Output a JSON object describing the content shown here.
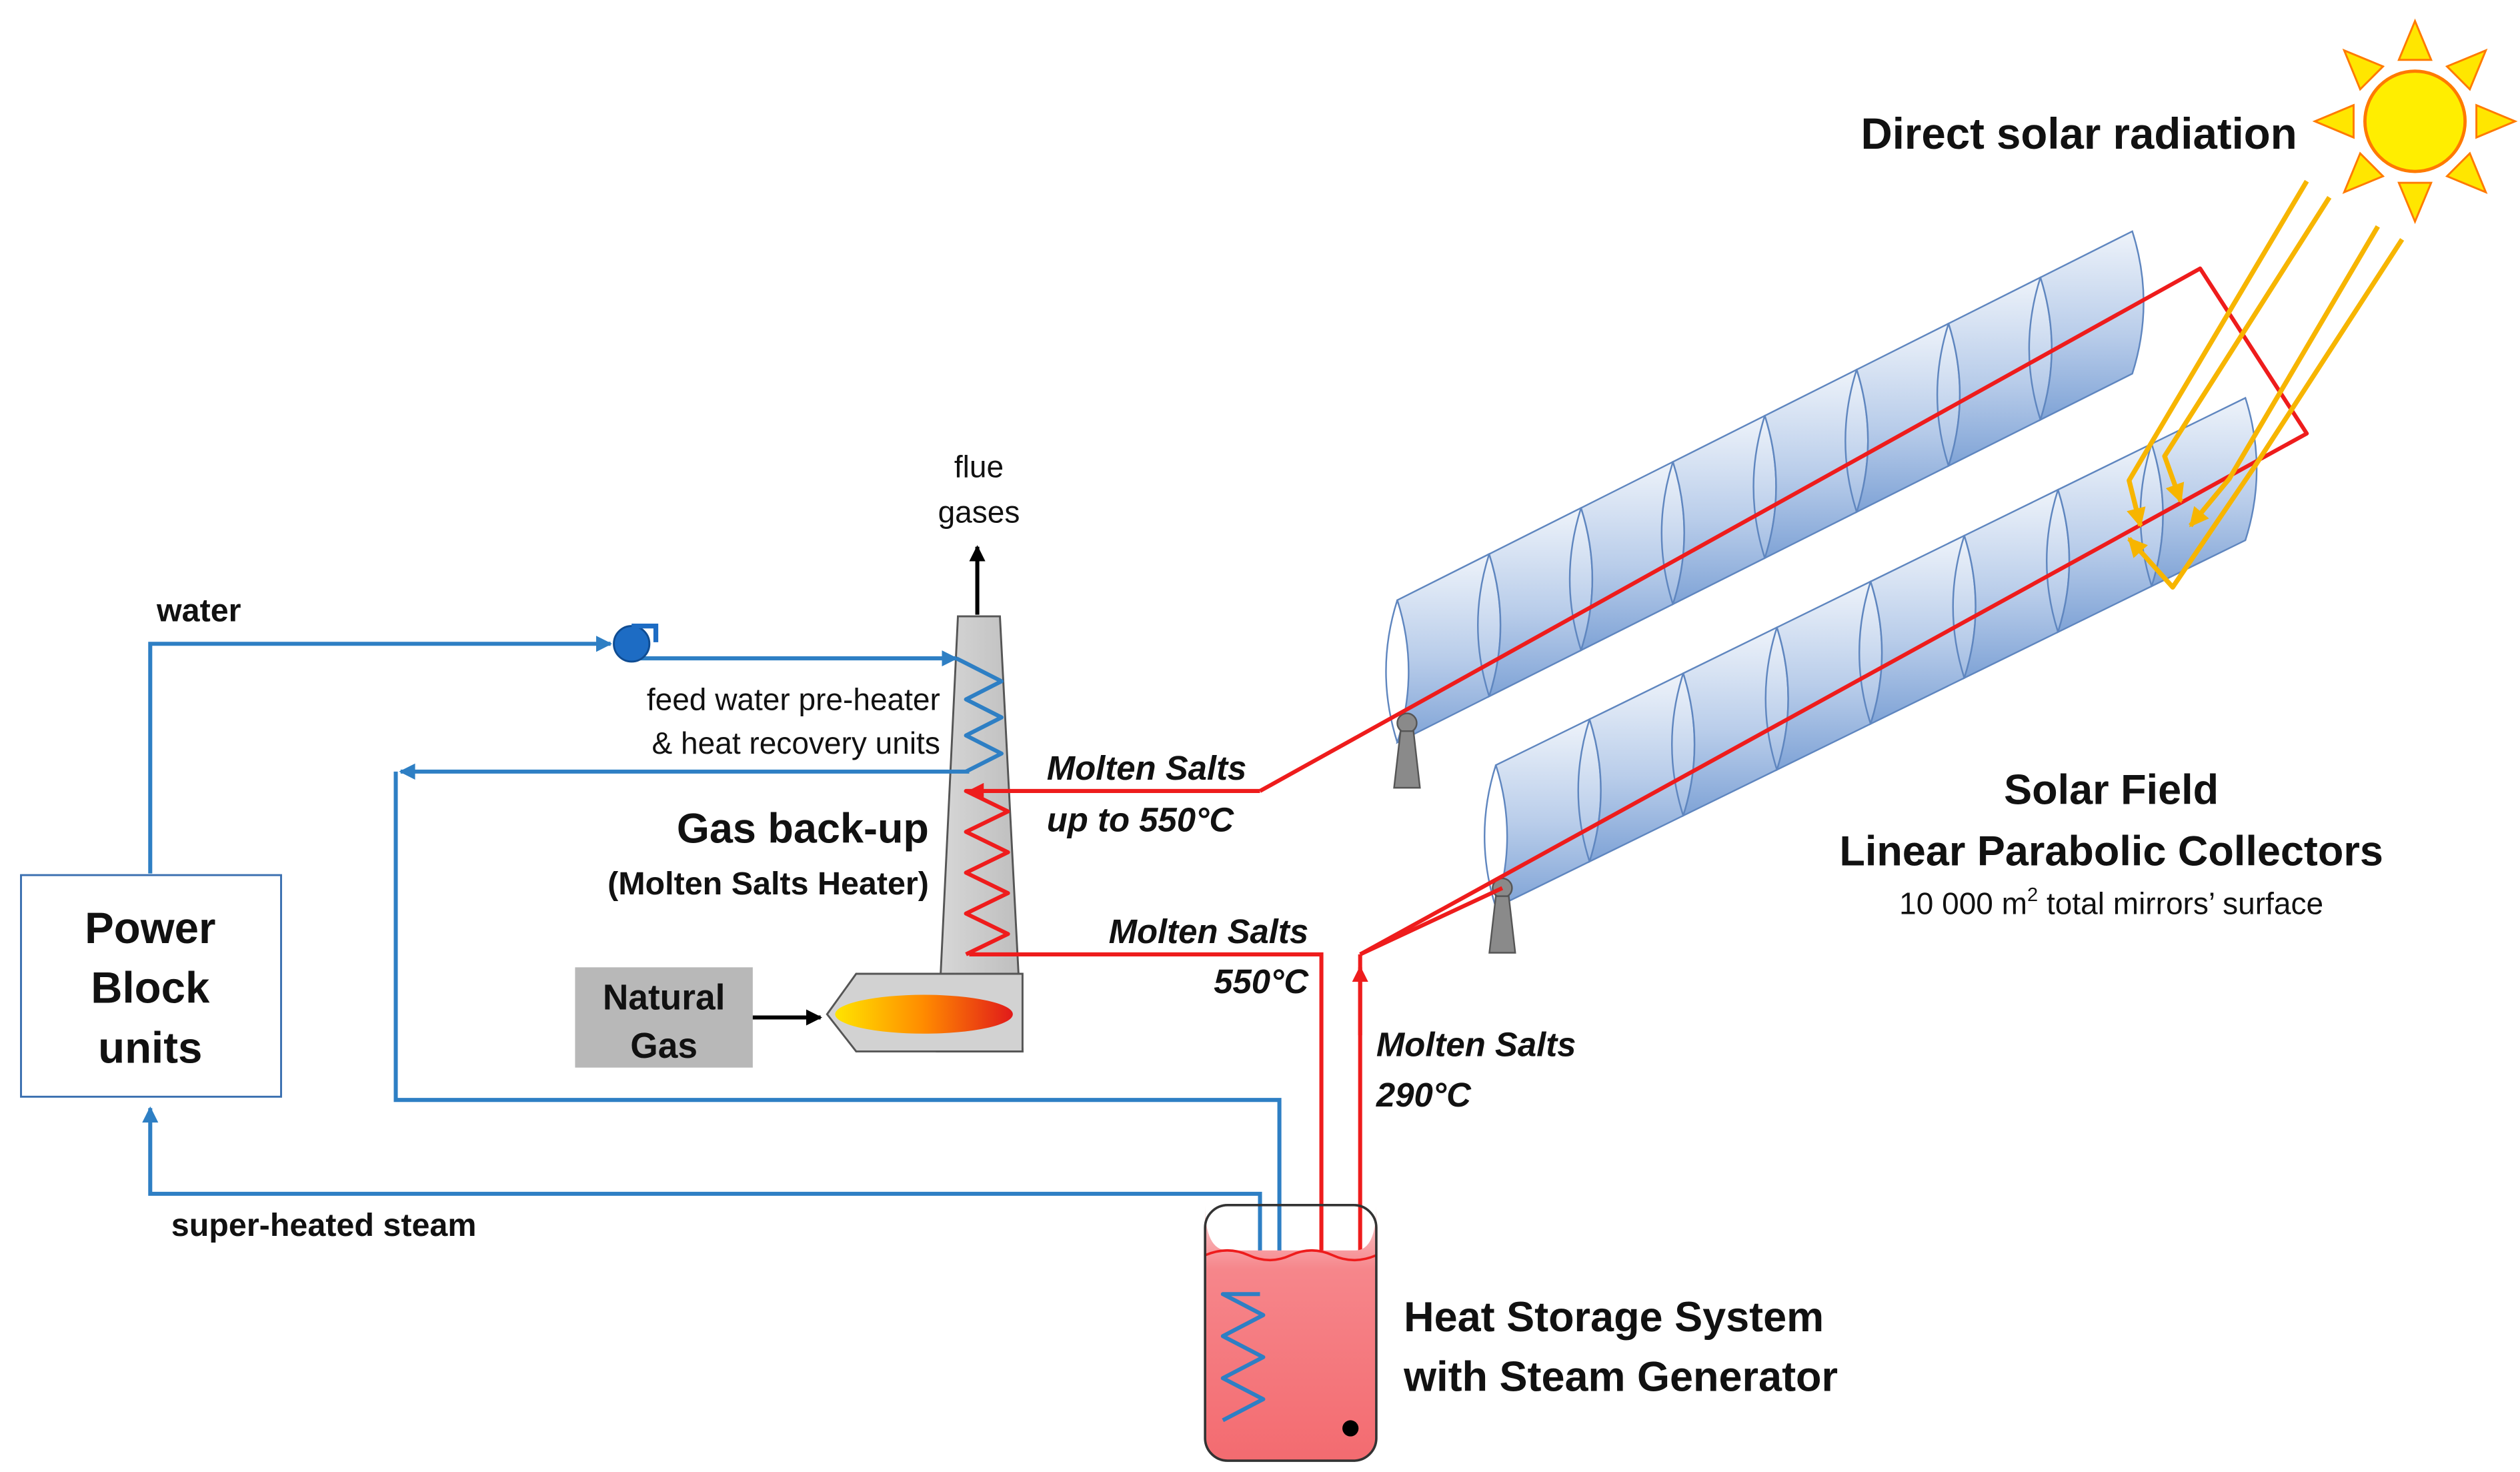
{
  "labels": {
    "direct_solar_radiation": "Direct solar radiation",
    "flue_line1": "flue",
    "flue_line2": "gases",
    "water": "water",
    "feed_line1": "feed water pre-heater",
    "feed_line2": "& heat recovery units",
    "ms_hot_line1": "Molten Salts",
    "ms_hot_line2": "up to 550°C",
    "gas_backup": "Gas back-up",
    "gas_backup_sub": "(Molten Salts Heater)",
    "natural_gas_line1": "Natural",
    "natural_gas_line2": "Gas",
    "ms_550_line1": "Molten Salts",
    "ms_550_line2": "550°C",
    "ms_290_line1": "Molten Salts",
    "ms_290_line2": "290°C",
    "power_block_line1": "Power",
    "power_block_line2": "Block",
    "power_block_line3": "units",
    "superheated_steam": "super-heated steam",
    "solar_field": "Solar Field",
    "linear_parabolic": "Linear Parabolic Collectors",
    "mirrors_prefix": "10 000 m",
    "mirrors_sup": "2",
    "mirrors_suffix": " total mirrors’ surface",
    "heat_storage_line1": "Heat Storage System",
    "heat_storage_line2": "with Steam Generator"
  },
  "colors": {
    "molten_salt_line": "#ee1c1c",
    "water_steam_line": "#2e7fc4",
    "solar_ray": "#f7b500",
    "sun_fill": "#ffee00",
    "collector_light": "#dfe8f5",
    "collector_dark": "#8fb0de",
    "tank_liquid": "#f3767a",
    "natural_gas_box": "#b8b8b8"
  }
}
